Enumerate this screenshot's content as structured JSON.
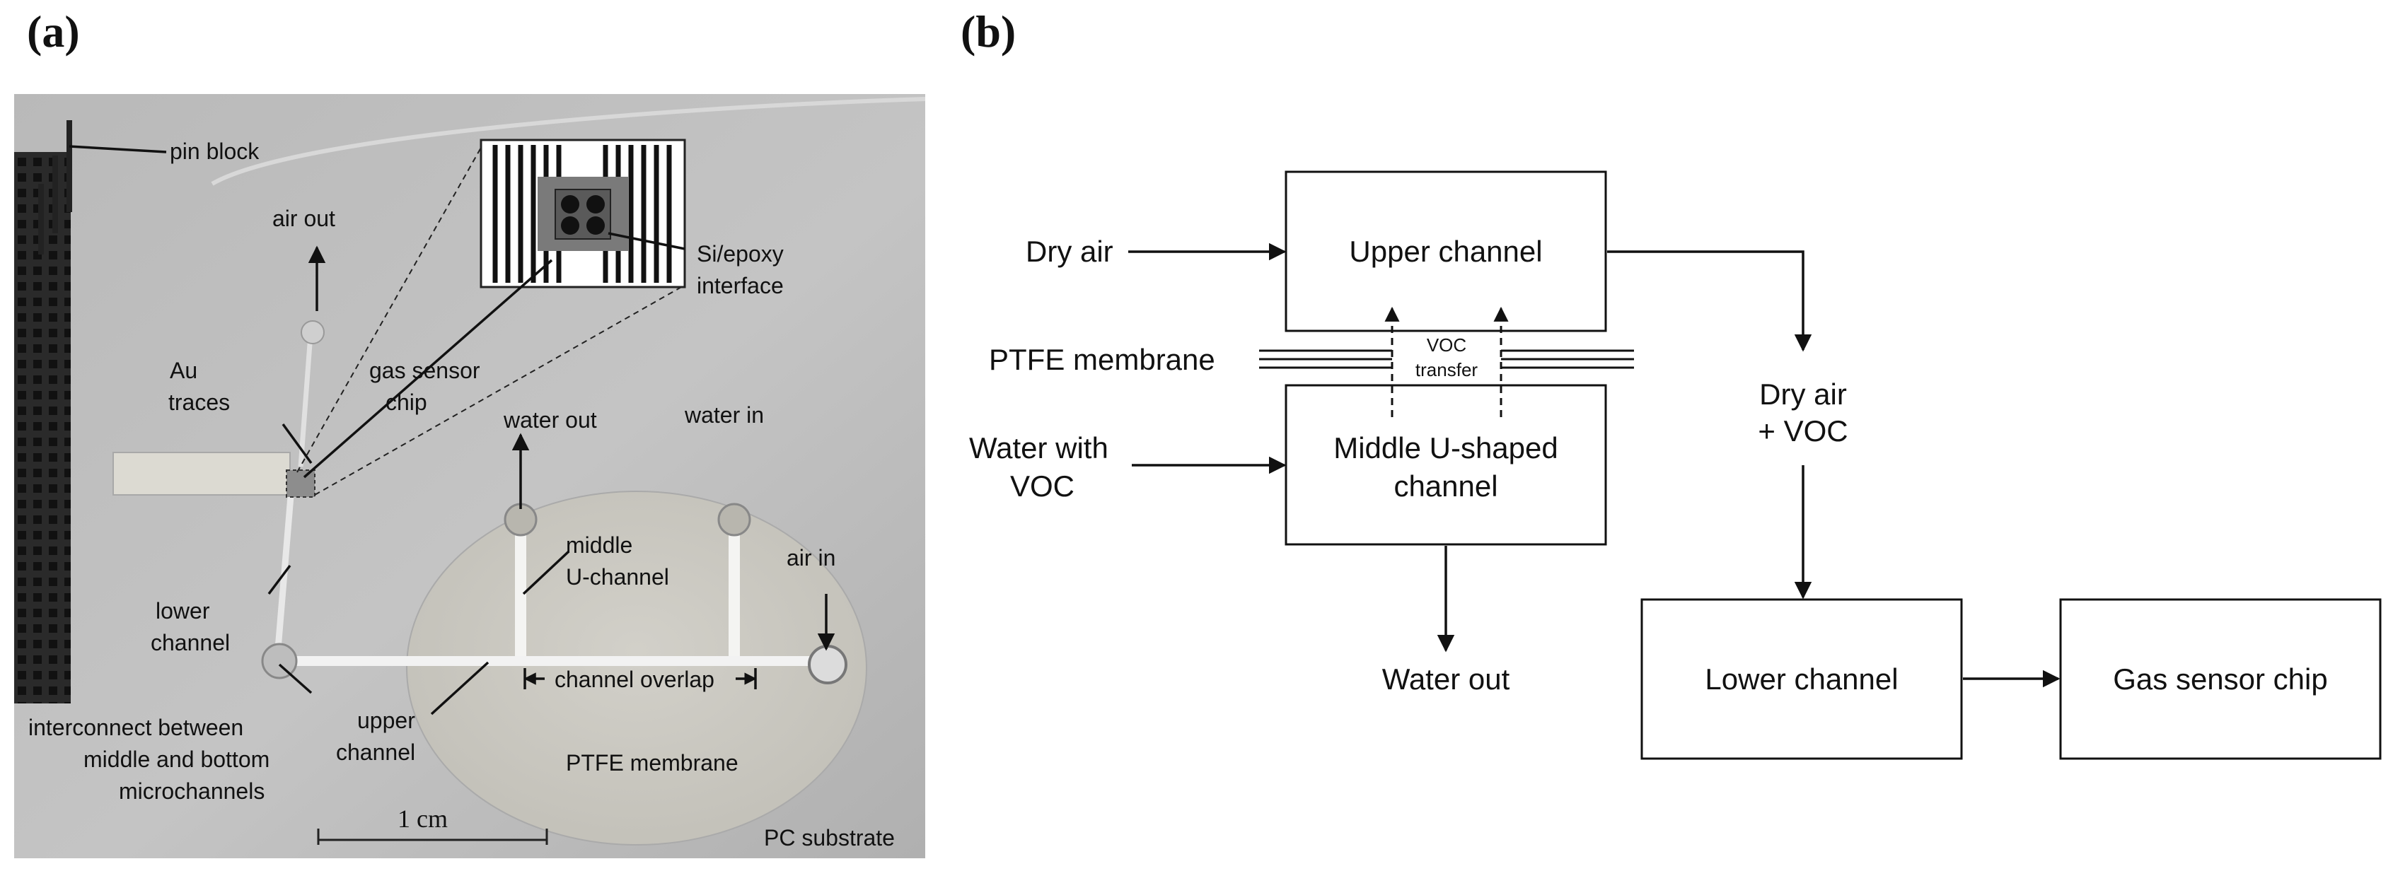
{
  "panel_a": {
    "label": "(a)",
    "annotations": {
      "pin_block": "pin block",
      "air_out": "air out",
      "si_epoxy_1": "Si/epoxy",
      "si_epoxy_2": "interface",
      "au_traces_1": "Au",
      "au_traces_2": "traces",
      "gas_sensor_1": "gas sensor",
      "gas_sensor_2": "chip",
      "water_out": "water out",
      "water_in": "water in",
      "middle_u_1": "middle",
      "middle_u_2": "U-channel",
      "air_in": "air in",
      "lower_channel_1": "lower",
      "lower_channel_2": "channel",
      "channel_overlap": "channel overlap",
      "upper_channel_1": "upper",
      "upper_channel_2": "channel",
      "interconnect_1": "interconnect between",
      "interconnect_2": "middle and bottom",
      "interconnect_3": "microchannels",
      "ptfe_membrane": "PTFE membrane",
      "scale_bar": "1 cm",
      "pc_substrate": "PC substrate"
    }
  },
  "panel_b": {
    "label": "(b)",
    "inputs": {
      "dry_air": "Dry air",
      "ptfe_membrane": "PTFE membrane",
      "water_with_voc_1": "Water with",
      "water_with_voc_2": "VOC"
    },
    "boxes": {
      "upper_channel": "Upper channel",
      "middle_channel_1": "Middle U-shaped",
      "middle_channel_2": "channel",
      "lower_channel": "Lower channel",
      "gas_sensor_chip": "Gas sensor chip"
    },
    "voc_transfer_1": "VOC",
    "voc_transfer_2": "transfer",
    "dry_air_voc_1": "Dry air",
    "dry_air_voc_2": "+ VOC",
    "water_out": "Water out"
  }
}
